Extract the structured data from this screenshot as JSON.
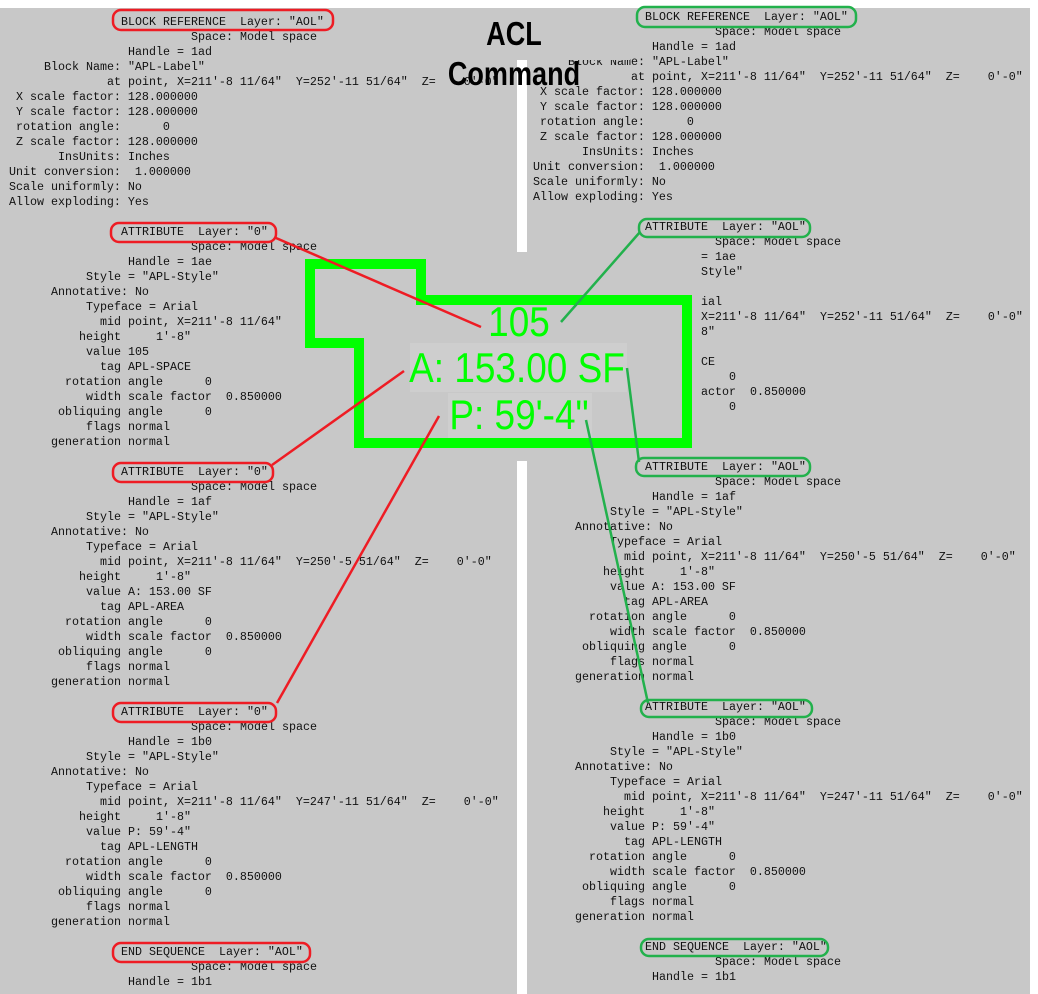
{
  "title": "ACL Command",
  "colors": {
    "panel": "#c8c8c8",
    "polygon": "#00ff00",
    "left_marker": "#ee1c24",
    "right_marker": "#22b14c"
  },
  "drawing": {
    "room_number": "105",
    "area": "A: 153.00 SF",
    "perimeter": "P: 59'-4\""
  },
  "left_panel": {
    "lines": [
      "                BLOCK REFERENCE  Layer: \"AOL\"",
      "                          Space: Model space",
      "                 Handle = 1ad",
      "     Block Name: \"APL-Label\"",
      "              at point, X=211'-8 11/64\"  Y=252'-11 51/64\"  Z=    0'-0\"",
      " X scale factor: 128.000000",
      " Y scale factor: 128.000000",
      " rotation angle:      0",
      " Z scale factor: 128.000000",
      "       InsUnits: Inches",
      "Unit conversion:  1.000000",
      "Scale uniformly: No",
      "Allow exploding: Yes",
      "",
      "                ATTRIBUTE  Layer: \"0\"",
      "                          Space: Model space",
      "                 Handle = 1ae",
      "           Style = \"APL-Style\"",
      "      Annotative: No",
      "           Typeface = Arial",
      "             mid point, X=211'-8 11/64\"",
      "          height     1'-8\"",
      "           value 105",
      "             tag APL-SPACE",
      "        rotation angle      0",
      "           width scale factor  0.850000",
      "       obliquing angle      0",
      "           flags normal",
      "      generation normal",
      "",
      "                ATTRIBUTE  Layer: \"0\"",
      "                          Space: Model space",
      "                 Handle = 1af",
      "           Style = \"APL-Style\"",
      "      Annotative: No",
      "           Typeface = Arial",
      "             mid point, X=211'-8 11/64\"  Y=250'-5 51/64\"  Z=    0'-0\"",
      "          height     1'-8\"",
      "           value A: 153.00 SF",
      "             tag APL-AREA",
      "        rotation angle      0",
      "           width scale factor  0.850000",
      "       obliquing angle      0",
      "           flags normal",
      "      generation normal",
      "",
      "                ATTRIBUTE  Layer: \"0\"",
      "                          Space: Model space",
      "                 Handle = 1b0",
      "           Style = \"APL-Style\"",
      "      Annotative: No",
      "           Typeface = Arial",
      "             mid point, X=211'-8 11/64\"  Y=247'-11 51/64\"  Z=    0'-0\"",
      "          height     1'-8\"",
      "           value P: 59'-4\"",
      "             tag APL-LENGTH",
      "        rotation angle      0",
      "           width scale factor  0.850000",
      "       obliquing angle      0",
      "           flags normal",
      "      generation normal",
      "",
      "                END SEQUENCE  Layer: \"AOL\"",
      "                          Space: Model space",
      "                 Handle = 1b1"
    ]
  },
  "right_panel": {
    "lines": [
      "                BLOCK REFERENCE  Layer: \"AOL\"",
      "                          Space: Model space",
      "                 Handle = 1ad",
      "     Block Name: \"APL-Label\"",
      "              at point, X=211'-8 11/64\"  Y=252'-11 51/64\"  Z=    0'-0\"",
      " X scale factor: 128.000000",
      " Y scale factor: 128.000000",
      " rotation angle:      0",
      " Z scale factor: 128.000000",
      "       InsUnits: Inches",
      "Unit conversion:  1.000000",
      "Scale uniformly: No",
      "Allow exploding: Yes",
      "",
      "                ATTRIBUTE  Layer: \"AOL\"",
      "                          Space: Model space",
      "                        = 1ae",
      "                        Style\"",
      "",
      "                        ial",
      "                        X=211'-8 11/64\"  Y=252'-11 51/64\"  Z=    0'-0\"",
      "                        8\"",
      "",
      "                        CE",
      "                            0",
      "                        actor  0.850000",
      "                            0",
      "",
      "",
      "",
      "                ATTRIBUTE  Layer: \"AOL\"",
      "                          Space: Model space",
      "                 Handle = 1af",
      "           Style = \"APL-Style\"",
      "      Annotative: No",
      "           Typeface = Arial",
      "             mid point, X=211'-8 11/64\"  Y=250'-5 51/64\"  Z=    0'-0\"",
      "          height     1'-8\"",
      "           value A: 153.00 SF",
      "             tag APL-AREA",
      "        rotation angle      0",
      "           width scale factor  0.850000",
      "       obliquing angle      0",
      "           flags normal",
      "      generation normal",
      "",
      "                ATTRIBUTE  Layer: \"AOL\"",
      "                          Space: Model space",
      "                 Handle = 1b0",
      "           Style = \"APL-Style\"",
      "      Annotative: No",
      "           Typeface = Arial",
      "             mid point, X=211'-8 11/64\"  Y=247'-11 51/64\"  Z=    0'-0\"",
      "          height     1'-8\"",
      "           value P: 59'-4\"",
      "             tag APL-LENGTH",
      "        rotation angle      0",
      "           width scale factor  0.850000",
      "       obliquing angle      0",
      "           flags normal",
      "      generation normal",
      "",
      "                END SEQUENCE  Layer: \"AOL\"",
      "                          Space: Model space",
      "                 Handle = 1b1"
    ]
  }
}
